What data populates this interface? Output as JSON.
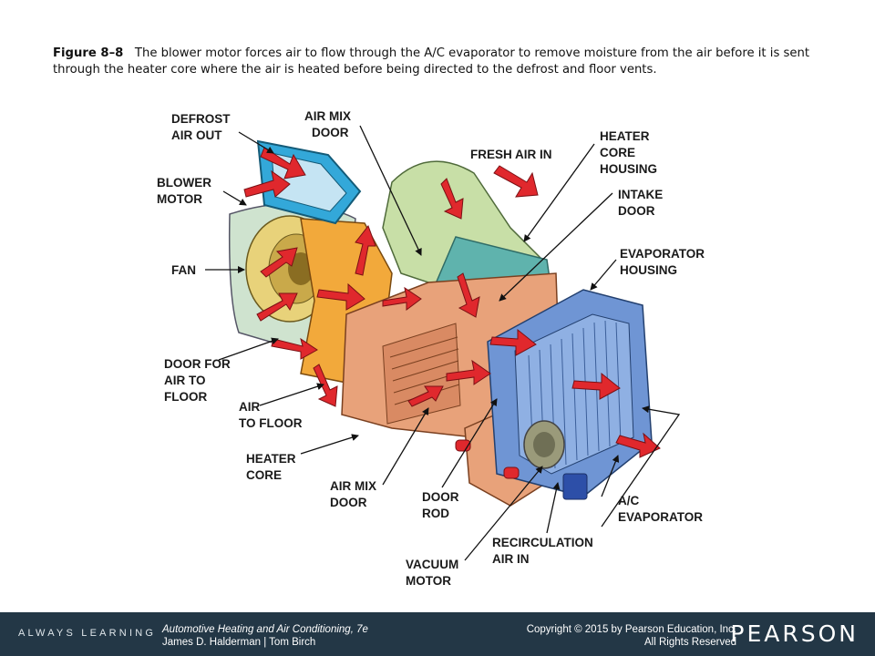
{
  "caption": {
    "figure_label": "Figure 8–8",
    "text": "The blower motor forces air to flow through the A/C evaporator to remove moisture from the air before it is sent through the heater core where the air is heated before being directed to the defrost and floor vents."
  },
  "labels": {
    "defrost_1": "DEFROST",
    "defrost_2": "AIR OUT",
    "airmix_top_1": "AIR MIX",
    "airmix_top_2": "DOOR",
    "fresh_air": "FRESH AIR IN",
    "heater_housing_1": "HEATER",
    "heater_housing_2": "CORE",
    "heater_housing_3": "HOUSING",
    "blower_1": "BLOWER",
    "blower_2": "MOTOR",
    "intake_1": "INTAKE",
    "intake_2": "DOOR",
    "fan": "FAN",
    "evap_housing_1": "EVAPORATOR",
    "evap_housing_2": "HOUSING",
    "door_floor_1": "DOOR FOR",
    "door_floor_2": "AIR TO",
    "door_floor_3": "FLOOR",
    "air_floor_1": "AIR",
    "air_floor_2": "TO FLOOR",
    "heater_core_1": "HEATER",
    "heater_core_2": "CORE",
    "airmix_bot_1": "AIR MIX",
    "airmix_bot_2": "DOOR",
    "door_rod_1": "DOOR",
    "door_rod_2": "ROD",
    "ac_evap_1": "A/C",
    "ac_evap_2": "EVAPORATOR",
    "recirc_1": "RECIRCULATION",
    "recirc_2": "AIR IN",
    "vacuum_1": "VACUUM",
    "vacuum_2": "MOTOR"
  },
  "colors": {
    "airflow_arrow": "#e0282d",
    "evaporator_housing": "#6f95d4",
    "heater_core_housing": "#e8a27a",
    "blower_housing": "#cfe3cf",
    "fan_wheel": "#e8d27a",
    "footer_bg": "#233746"
  },
  "footer": {
    "always_learning": "ALWAYS LEARNING",
    "book_title": "Automotive Heating and Air Conditioning, 7e",
    "authors": "James D. Halderman | Tom Birch",
    "copyright": "Copyright © 2015 by Pearson Education, Inc.",
    "rights": "All Rights Reserved",
    "logo": "PEARSON"
  }
}
